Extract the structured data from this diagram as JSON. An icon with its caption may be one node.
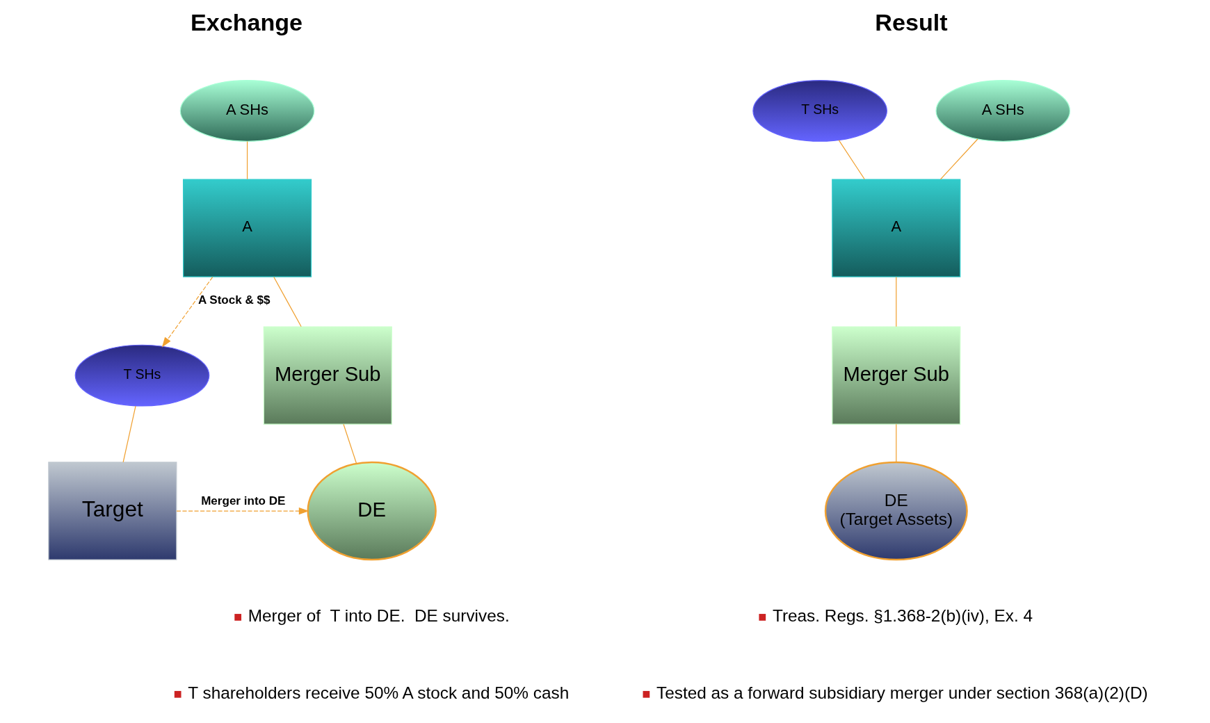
{
  "diagram": {
    "nodes": [
      {
        "text": [
          "A SHs"
        ]
      },
      {
        "text": [
          "A"
        ]
      },
      {
        "text": [
          "Merger Sub"
        ]
      },
      {
        "text": [
          "DE"
        ]
      },
      {
        "text": [
          "T SHs"
        ]
      },
      {
        "text": [
          "Target"
        ]
      },
      {
        "text": [
          "T SHs"
        ]
      },
      {
        "text": [
          "A SHs"
        ]
      },
      {
        "text": [
          "A"
        ]
      },
      {
        "text": [
          "Merger Sub"
        ]
      },
      {
        "text": [
          "DE",
          "(Target Assets)"
        ]
      }
    ],
    "edges": [
      {
        "from": 0,
        "to": 1,
        "arrow": "none"
      },
      {
        "from": 1,
        "to": 2,
        "arrow": "none"
      },
      {
        "from": 2,
        "to": 3,
        "arrow": "none"
      },
      {
        "from": 4,
        "to": 5,
        "arrow": "none"
      },
      {
        "from": 1,
        "to": 4,
        "arrow": "to",
        "style": "dashed",
        "label": "A Stock & $$"
      },
      {
        "from": 5,
        "to": 3,
        "arrow": "to",
        "style": "dashed",
        "label": "Merger into DE"
      },
      {
        "from": 6,
        "to": 8,
        "arrow": "none"
      },
      {
        "from": 7,
        "to": 8,
        "arrow": "none"
      },
      {
        "from": 8,
        "to": 9,
        "arrow": "none"
      },
      {
        "from": 9,
        "to": 10,
        "arrow": "none"
      }
    ],
    "labels": [
      "Exchange",
      "Result",
      "Merger of  T into DE.  DE survives.",
      "T shareholders receive 50% A stock and 50% cash",
      "Treas. Regs. §1.368-2(b)(iv), Ex. 4",
      "Tested as a forward subsidiary merger under section 368(a)(2)(D)"
    ]
  }
}
